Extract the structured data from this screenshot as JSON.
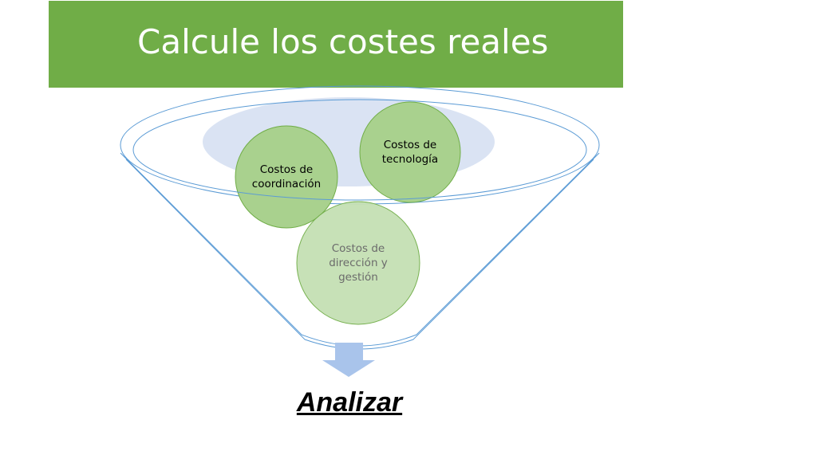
{
  "title": "Calcule los costes reales",
  "nodes": [
    {
      "id": "coordinacion",
      "label": "Costos de\ncoordinación"
    },
    {
      "id": "tecnologia",
      "label": "Costos de\ntecnología"
    },
    {
      "id": "direccion",
      "label": "Costos de\ndirección y\ngestión"
    }
  ],
  "result": "Analizar",
  "colors": {
    "title_bg": "#70ad47",
    "funnel_stroke": "#5b9bd5",
    "funnel_fill": "#dae3f3",
    "node_fill_dark": "#a9d18e",
    "node_fill_light": "#c5e0b4",
    "node_stroke": "#70ad47",
    "arrow": "#a9c4eb"
  }
}
